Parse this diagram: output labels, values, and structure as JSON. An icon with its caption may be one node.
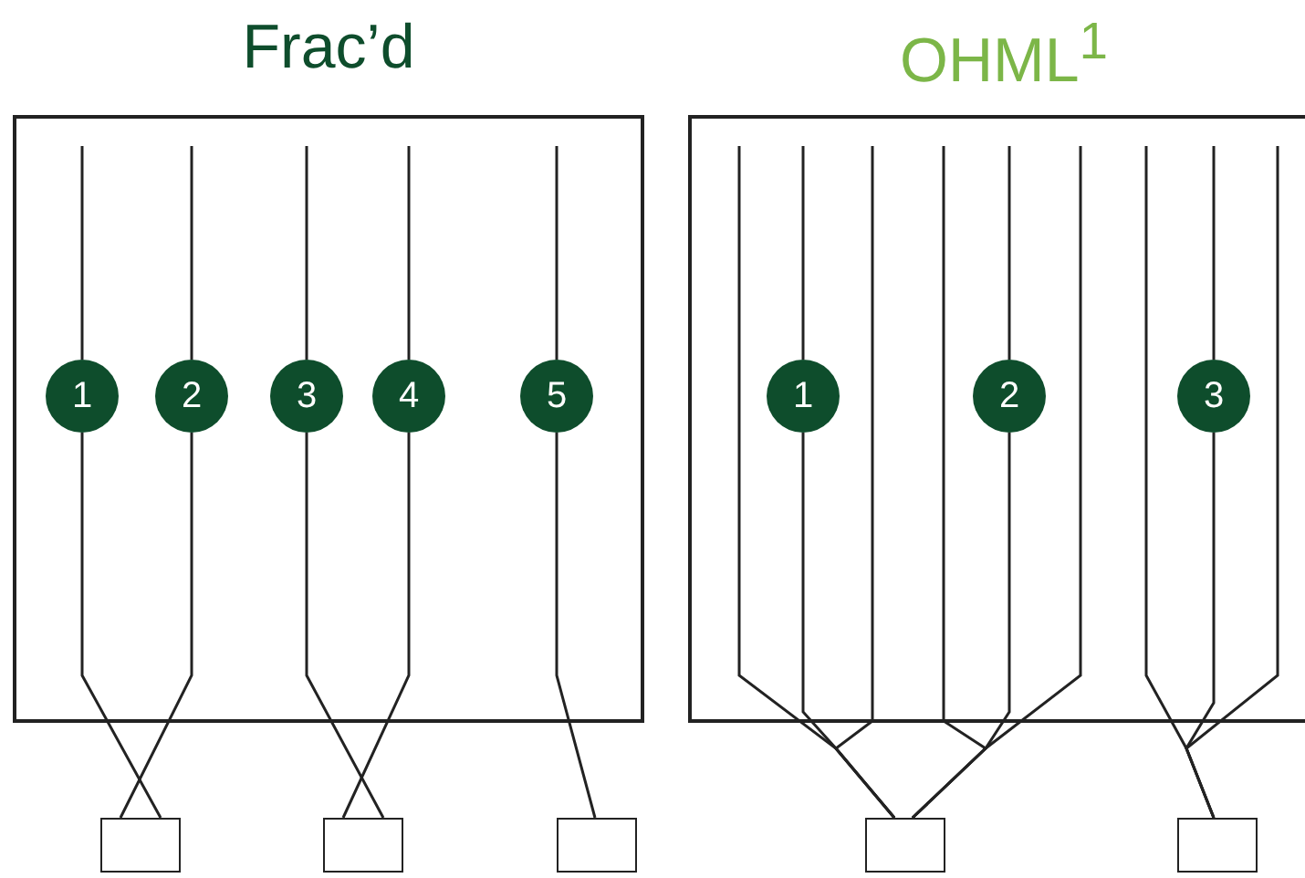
{
  "diagram": {
    "nodes": [
      {
        "text": [
          "Frac’d"
        ]
      },
      {
        "text": [
          "1"
        ],
        "in": 0
      },
      {
        "text": [
          "2"
        ],
        "in": 0
      },
      {
        "text": [
          "3"
        ],
        "in": 0
      },
      {
        "text": [
          "4"
        ],
        "in": 0
      },
      {
        "text": [
          "5"
        ],
        "in": 0
      },
      {
        "text": [
          "OHML$^{1}$"
        ]
      },
      {
        "text": [
          "1"
        ],
        "in": 6
      },
      {
        "text": [
          "2"
        ],
        "in": 6
      },
      {
        "text": [
          "3"
        ],
        "in": 6
      },
      {
        "text": [],
        "shape": "box"
      },
      {
        "text": [],
        "shape": "box"
      },
      {
        "text": [],
        "shape": "box"
      },
      {
        "text": [],
        "shape": "box"
      },
      {
        "text": [],
        "shape": "box"
      }
    ],
    "edges": [
      {
        "from": 1,
        "to": 10,
        "arrow": "none"
      },
      {
        "from": 2,
        "to": 10,
        "arrow": "none"
      },
      {
        "from": 3,
        "to": 11,
        "arrow": "none"
      },
      {
        "from": 4,
        "to": 11,
        "arrow": "none"
      },
      {
        "from": 5,
        "to": 12,
        "arrow": "none"
      },
      {
        "from": null,
        "to": 13,
        "arrow": "none"
      },
      {
        "from": 7,
        "to": 13,
        "arrow": "none"
      },
      {
        "from": null,
        "to": 13,
        "arrow": "none"
      },
      {
        "from": null,
        "to": 13,
        "arrow": "none"
      },
      {
        "from": 8,
        "to": 13,
        "arrow": "none"
      },
      {
        "from": null,
        "to": 13,
        "arrow": "none"
      },
      {
        "from": null,
        "to": 14,
        "arrow": "none"
      },
      {
        "from": 9,
        "to": 14,
        "arrow": "none"
      },
      {
        "from": null,
        "to": 14,
        "arrow": "none"
      }
    ]
  }
}
